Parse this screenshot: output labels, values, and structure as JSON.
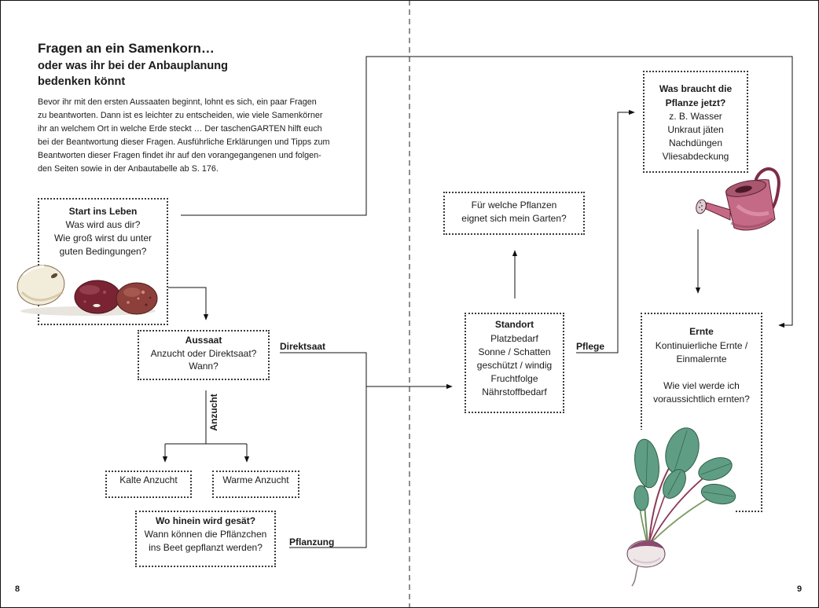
{
  "spread": {
    "left_page_number": "8",
    "right_page_number": "9"
  },
  "header": {
    "title": "Fragen an ein Samenkorn…",
    "subtitle_lines": [
      "oder was ihr bei der Anbauplanung",
      "bedenken könnt"
    ]
  },
  "intro": {
    "lines": [
      "Bevor ihr mit den ersten Aussaaten beginnt, lohnt es sich, ein paar Fragen",
      "zu beantworten. Dann ist es leichter zu entscheiden, wie viele Samenkörner",
      "ihr an welchem Ort in welche Erde steckt … Der taschenGARTEN hilft euch",
      "bei der Beantwortung dieser Fragen. Ausführliche Erklärungen und Tipps zum",
      "Beantworten dieser Fragen findet ihr auf den vorangegangenen und folgen-",
      "den Seiten sowie in der Anbautabelle ab S. 176."
    ]
  },
  "flowchart": {
    "start": {
      "title": "Start ins Leben",
      "lines": [
        "Was wird aus dir?",
        "Wie groß wirst du unter",
        "guten Bedingungen?"
      ]
    },
    "aussaat": {
      "title": "Aussaat",
      "lines": [
        "Anzucht oder Direktsaat?",
        "Wann?"
      ]
    },
    "kalte_anzucht": {
      "label": "Kalte Anzucht"
    },
    "warme_anzucht": {
      "label": "Warme Anzucht"
    },
    "pflanzort": {
      "title": "Wo hinein wird gesät?",
      "lines": [
        "Wann können die Pflänzchen",
        "ins Beet gepflanzt werden?"
      ]
    },
    "garten": {
      "lines": [
        "Für welche Pflanzen",
        "eignet sich mein Garten?"
      ]
    },
    "standort": {
      "title": "Standort",
      "lines": [
        "Platzbedarf",
        "Sonne / Schatten",
        "geschützt / windig",
        "Fruchtfolge",
        "Nährstoffbedarf"
      ]
    },
    "bedarf": {
      "title_lines": [
        "Was braucht die",
        "Pflanze jetzt?"
      ],
      "lines": [
        "z. B. Wasser",
        "Unkraut jäten",
        "Nachdüngen",
        "Vliesabdeckung"
      ]
    },
    "ernte": {
      "title": "Ernte",
      "lines": [
        "Kontinuierliche Ernte /",
        "Einmalernte"
      ],
      "question_lines": [
        "Wie viel werde ich",
        "voraussichtlich ernten?"
      ]
    },
    "edge_labels": {
      "direktsaat": "Direktsaat",
      "anzucht": "Anzucht",
      "pflanzung": "Pflanzung",
      "pflege": "Pflege"
    }
  }
}
